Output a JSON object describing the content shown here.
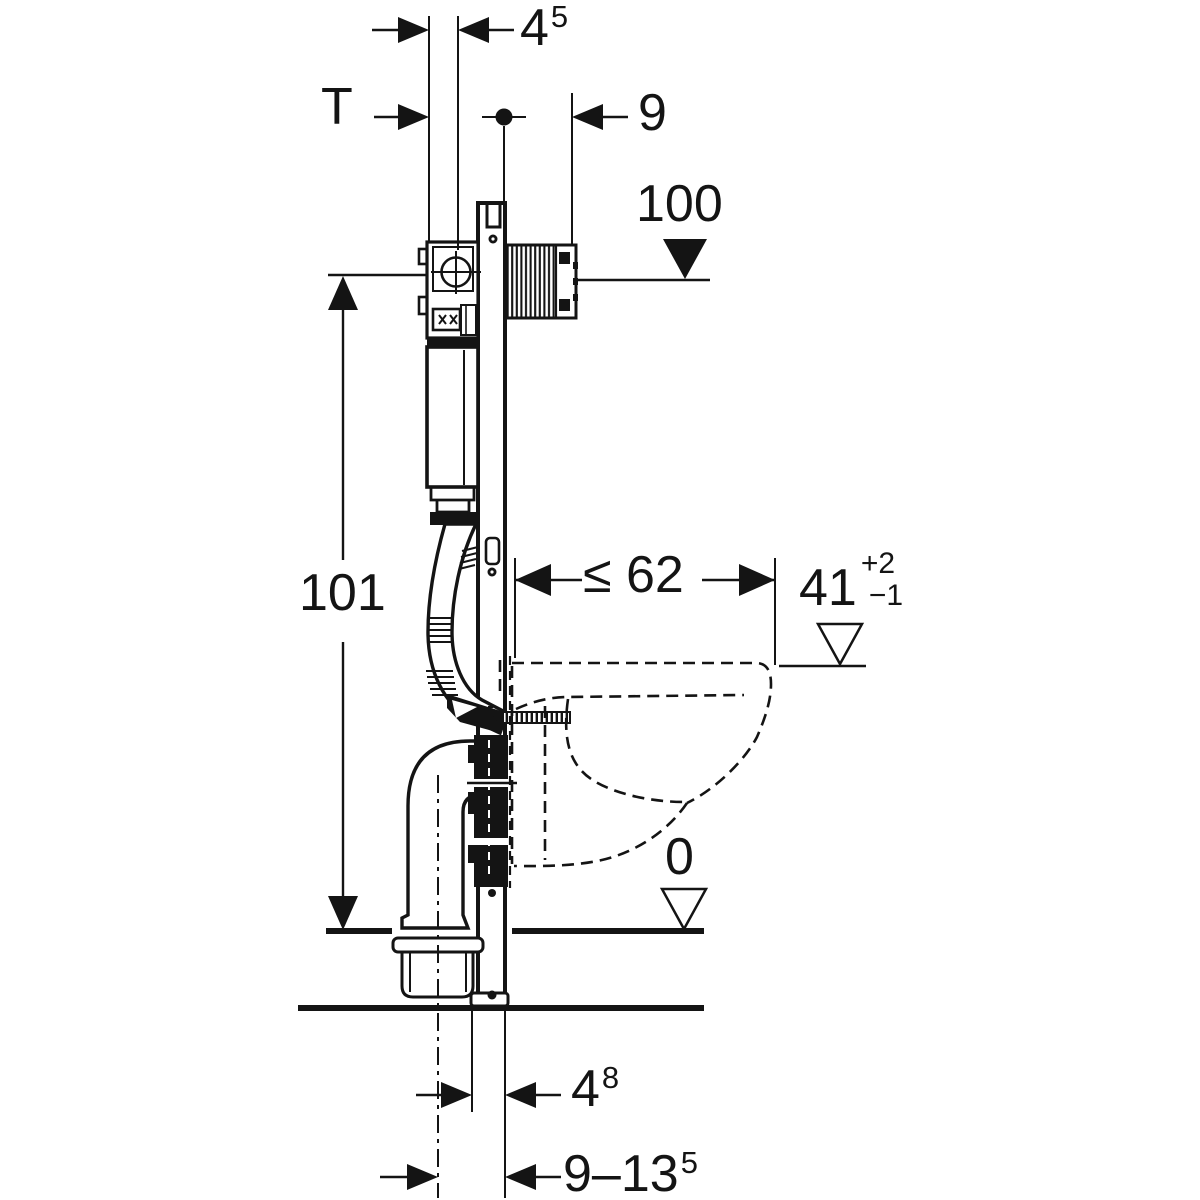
{
  "drawing": {
    "description": "Side-view installation drawing of a concealed cistern mounting frame for a wall-hung WC, dimensions in cm",
    "ink_color": "#141414",
    "paper_color": "#ffffff"
  },
  "dims": {
    "top_offset": {
      "base": "4",
      "sup": "5"
    },
    "depth": {
      "base": "T"
    },
    "box_depth": {
      "base": "9"
    },
    "plate_level": {
      "base": "100"
    },
    "frame_height": {
      "base": "101"
    },
    "bowl_depth": {
      "base": "≤ 62"
    },
    "seat_level": {
      "base": "41",
      "sup": "+2",
      "sub": "−1"
    },
    "floor_level": {
      "base": "0"
    },
    "outlet_offset": {
      "base": "4",
      "sup": "8"
    },
    "outlet_range": {
      "base": "9–13",
      "sup": "5"
    }
  }
}
